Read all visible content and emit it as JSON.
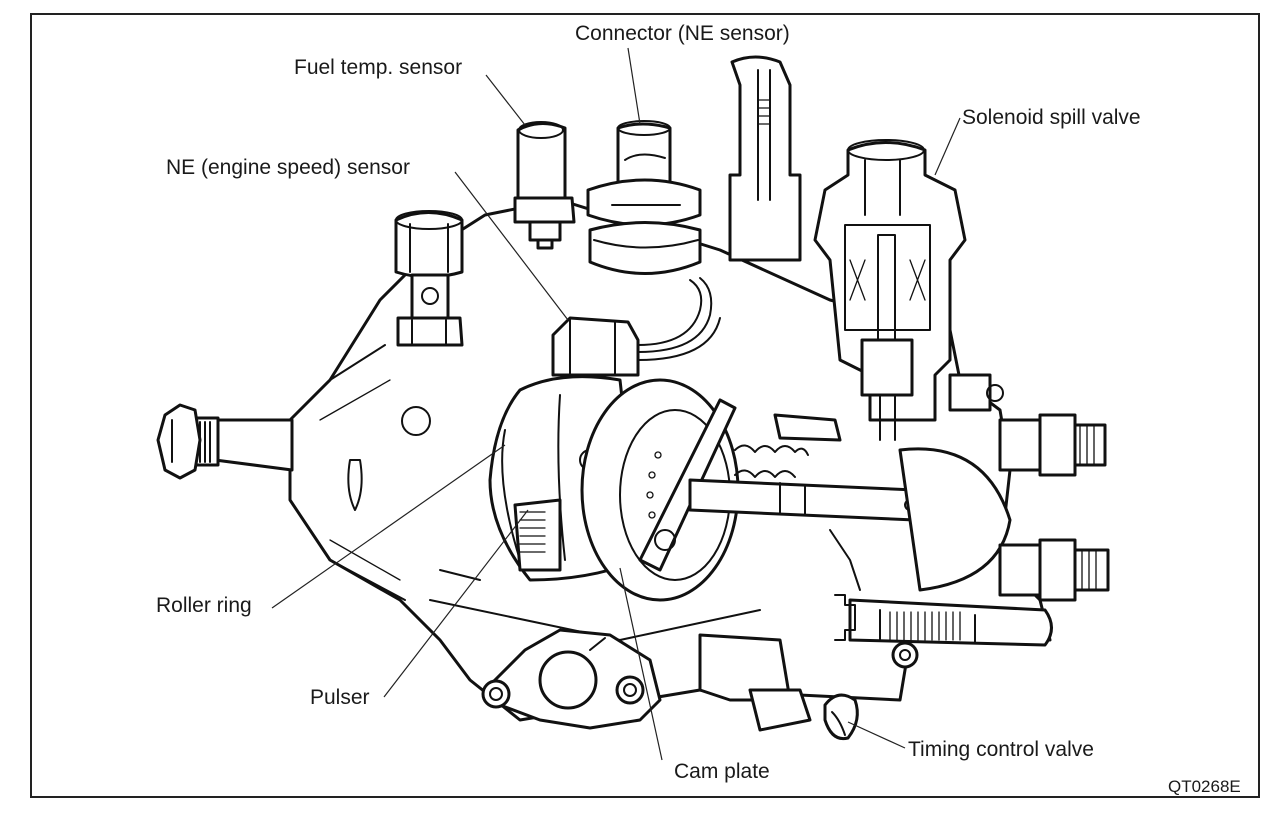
{
  "figure": {
    "title": "Diesel distribution injection pump cutaway",
    "code": "QT0268E"
  },
  "labels": {
    "connector_ne_sensor": "Connector (NE sensor)",
    "fuel_temp_sensor": "Fuel temp. sensor",
    "solenoid_spill_valve": "Solenoid spill valve",
    "ne_engine_speed_sensor": "NE (engine speed) sensor",
    "roller_ring": "Roller ring",
    "pulser": "Pulser",
    "cam_plate": "Cam plate",
    "timing_control_valve": "Timing control valve"
  },
  "colors": {
    "line": "#111111",
    "text": "#1a1a1a",
    "background": "#ffffff"
  }
}
